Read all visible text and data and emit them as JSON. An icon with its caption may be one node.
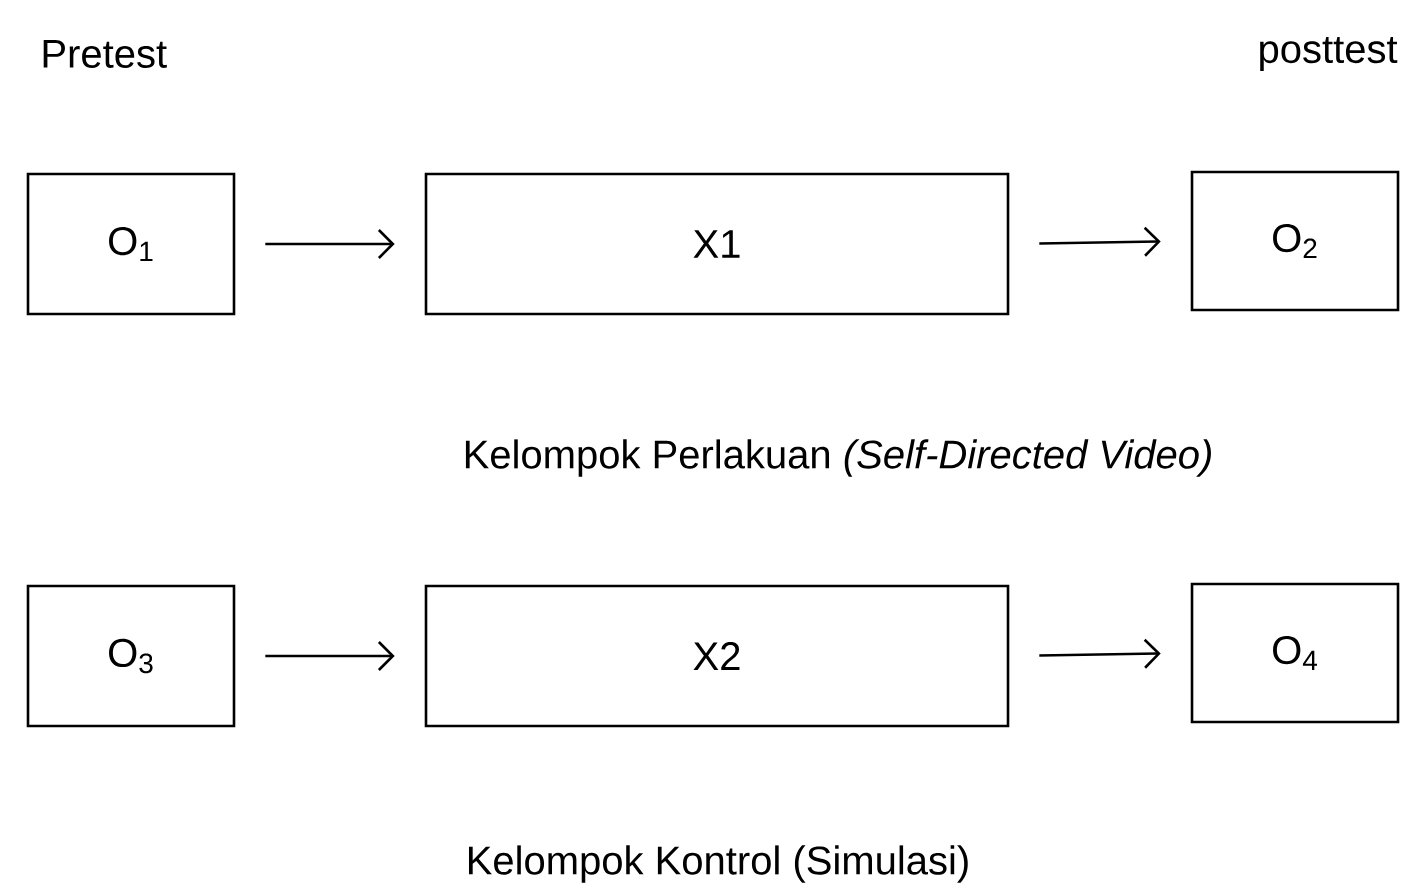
{
  "diagram": {
    "nodes": [
      {
        "text": [
          "O$_{1}$"
        ]
      },
      {
        "text": [
          "X1"
        ]
      },
      {
        "text": [
          "O$_{2}$"
        ]
      },
      {
        "text": [
          "O$_{3}$"
        ]
      },
      {
        "text": [
          "X2"
        ]
      },
      {
        "text": [
          "O$_{4}$"
        ]
      }
    ],
    "edges": [
      {
        "from": 0,
        "to": 1,
        "arrow": "to"
      },
      {
        "from": 1,
        "to": 2,
        "arrow": "to"
      },
      {
        "from": 3,
        "to": 4,
        "arrow": "to"
      },
      {
        "from": 4,
        "to": 5,
        "arrow": "to"
      }
    ],
    "labels": [
      "Pretest",
      "posttest",
      "Kelompok Perlakuan *(Self-Directed Video)*",
      "Kelompok Kontrol (Simulasi)"
    ]
  }
}
